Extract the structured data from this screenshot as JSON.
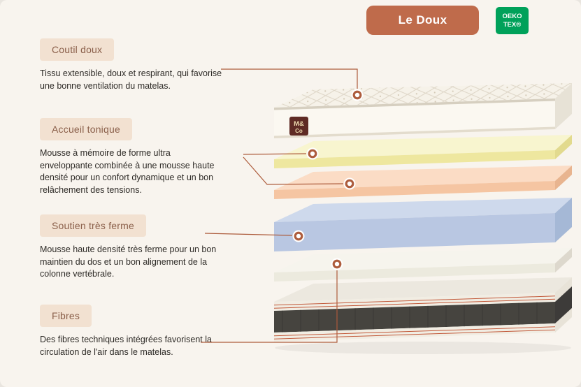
{
  "colors": {
    "page_background": "#f8f4ee",
    "accent_terracotta": "#ad5c3c",
    "title_badge_bg": "#bf6b4b",
    "oeko_badge_bg": "#00a15a",
    "label_pill_bg": "#f2e1d1",
    "label_pill_text": "#8a5f4a"
  },
  "header": {
    "title": "Le Doux",
    "certification": {
      "line1": "OEKO",
      "line2": "TEX®"
    }
  },
  "callouts": [
    {
      "label": "Coutil doux",
      "description": "Tissu extensible, doux et respirant, qui favorise une bonne ventilation du matelas."
    },
    {
      "label": "Accueil tonique",
      "description": "Mousse à mémoire de forme ultra enveloppante combinée à une mousse haute densité pour un confort dynamique et un bon relâchement des tensions."
    },
    {
      "label": "Soutien très ferme",
      "description": "Mousse haute densité très ferme pour un bon maintien du dos et un bon alignement de la colonne vertébrale."
    },
    {
      "label": "Fibres",
      "description": "Des fibres techniques intégrées favorisent la circulation de l'air dans le matelas."
    }
  ],
  "diagram": {
    "accent": "#ad5c3c",
    "logo_line1": "M&",
    "logo_line2": "Co",
    "layers": [
      {
        "name": "quilted-cover",
        "top": "#f6f2e9",
        "front": "#fbf8f1",
        "side": "#e7e2d6"
      },
      {
        "name": "memory-foam-layer",
        "top": "#f8f5cf",
        "front": "#eee79f",
        "side": "#e2da8e"
      },
      {
        "name": "dynamic-foam-layer",
        "top": "#fbdcc5",
        "front": "#f5c5a2",
        "side": "#e8b48f"
      },
      {
        "name": "support-foam-layer",
        "top": "#ced9ec",
        "front": "#b9c7e2",
        "side": "#a5b8d6"
      },
      {
        "name": "fibre-layer",
        "top": "#f6f4ed",
        "front": "#eceade",
        "side": "#ddd8cd"
      },
      {
        "name": "base-layer",
        "top": "#ece8df",
        "front": "#46443f",
        "band": "#f1ede3",
        "stripe": "#c2593a"
      }
    ]
  }
}
